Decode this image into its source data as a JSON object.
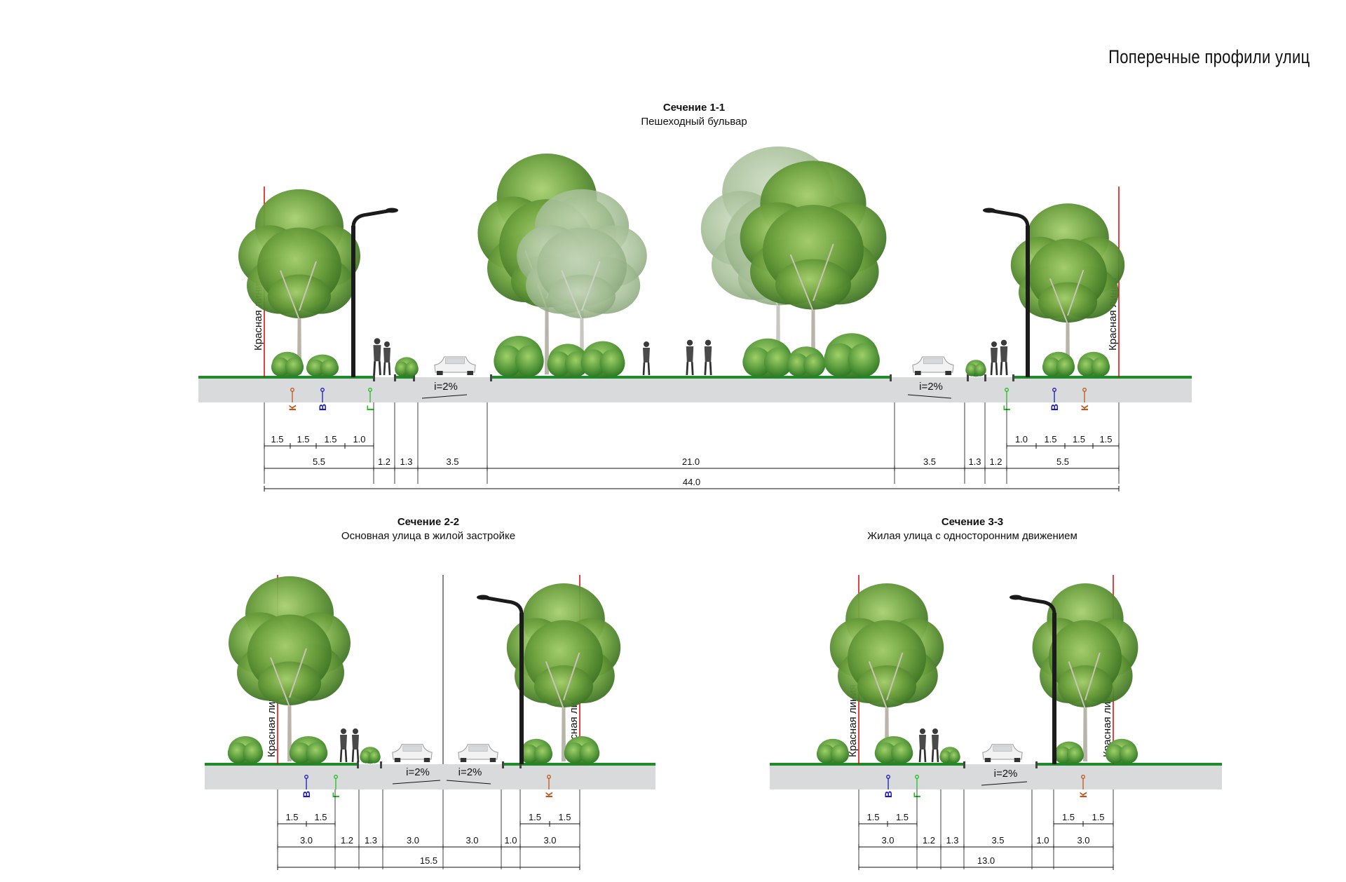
{
  "page_title": "Поперечные профили улиц",
  "colors": {
    "red_line": "#e00000",
    "grass": "#1f8a2a",
    "ground": "#d9dadb",
    "tree_dark": "#4e8a2a",
    "tree_light": "#8fc35a",
    "k_color": "#c0561a",
    "v_color": "#1a1ab8",
    "g_color": "#1ec01e"
  },
  "sections": [
    {
      "title": "Сечение 1-1",
      "subtitle": "Пешеходный бульвар",
      "red_line_label": "Красная линия",
      "slope_label": "i=2%",
      "utility_labels": [
        "К",
        "В",
        "Г"
      ],
      "dims_row1": [
        "1.5",
        "1.5",
        "1.5",
        "1.0",
        "1.0",
        "1.5",
        "1.5",
        "1.5"
      ],
      "dims_row2": [
        "5.5",
        "1.2",
        "1.3",
        "3.5",
        "21.0",
        "3.5",
        "1.3",
        "1.2",
        "5.5"
      ],
      "total": "44.0"
    },
    {
      "title": "Сечение 2-2",
      "subtitle": "Основная  улица в жилой застройке",
      "red_line_label": "Красная линия",
      "slope_label": "i=2%",
      "utility_labels": [
        "В",
        "Г",
        "К"
      ],
      "dims_row1": [
        "1.5",
        "1.5",
        "1.5",
        "1.5"
      ],
      "dims_row2": [
        "3.0",
        "1.2",
        "1.3",
        "3.0",
        "3.0",
        "1.0",
        "3.0"
      ],
      "total": "15.5"
    },
    {
      "title": "Сечение 3-3",
      "subtitle": "Жилая улица с односторонним движением",
      "red_line_label": "Красная линия",
      "slope_label": "i=2%",
      "utility_labels": [
        "В",
        "Г",
        "К"
      ],
      "dims_row1": [
        "1.5",
        "1.5",
        "1.5",
        "1.5"
      ],
      "dims_row2": [
        "3.0",
        "1.2",
        "1.3",
        "3.5",
        "1.0",
        "3.0"
      ],
      "total": "13.0"
    }
  ]
}
